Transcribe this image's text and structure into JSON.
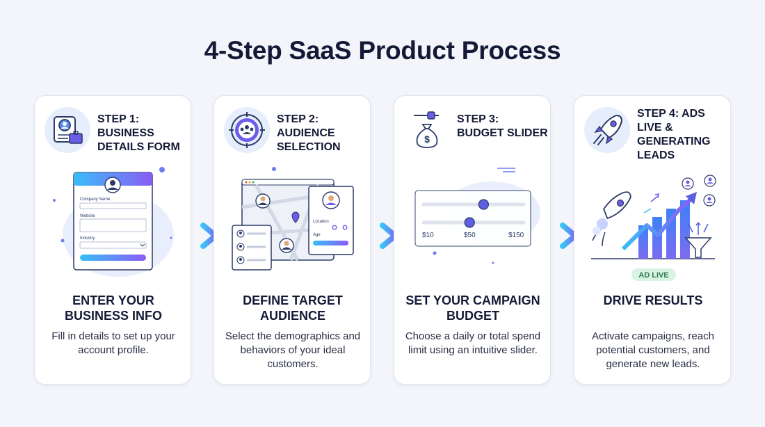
{
  "title": "4-Step SaaS Product Process",
  "steps": [
    {
      "step_label": "STEP 1: BUSINESS DETAILS FORM",
      "heading": "ENTER YOUR BUSINESS INFO",
      "description": "Fill in details to set up your account profile.",
      "icon": "business-profile-icon",
      "form": {
        "company_label": "Company Name",
        "website_label": "Website",
        "industry_label": "Industry"
      }
    },
    {
      "step_label": "STEP 2: AUDIENCE SELECTION",
      "heading": "DEFINE TARGET AUDIENCE",
      "description": "Select the demographics and behaviors of your ideal customers.",
      "icon": "audience-target-icon",
      "filters": {
        "location_label": "Location",
        "age_label": "Age"
      }
    },
    {
      "step_label": "STEP 3: BUDGET SLIDER",
      "heading": "SET YOUR CAMPAIGN BUDGET",
      "description": "Choose a daily or total spend limit using an intuitive slider.",
      "icon": "money-bag-slider-icon",
      "slider": {
        "min_label": "$10",
        "mid_label": "$50",
        "max_label": "$150",
        "top_level": 0.6,
        "bottom_level": 0.46
      }
    },
    {
      "step_label": "STEP 4: ADS LIVE & GENERATING LEADS",
      "heading": "DRIVE RESULTS",
      "description": "Activate campaigns, reach potential customers, and generate new leads.",
      "icon": "rocket-icon",
      "status_badge": "AD LIVE"
    }
  ],
  "colors": {
    "accent_blue": "#3b82f6",
    "accent_purple": "#8b5cf6",
    "accent_cyan": "#38bdf8",
    "badge_green": "#d8f3e2",
    "title": "#141a36"
  }
}
